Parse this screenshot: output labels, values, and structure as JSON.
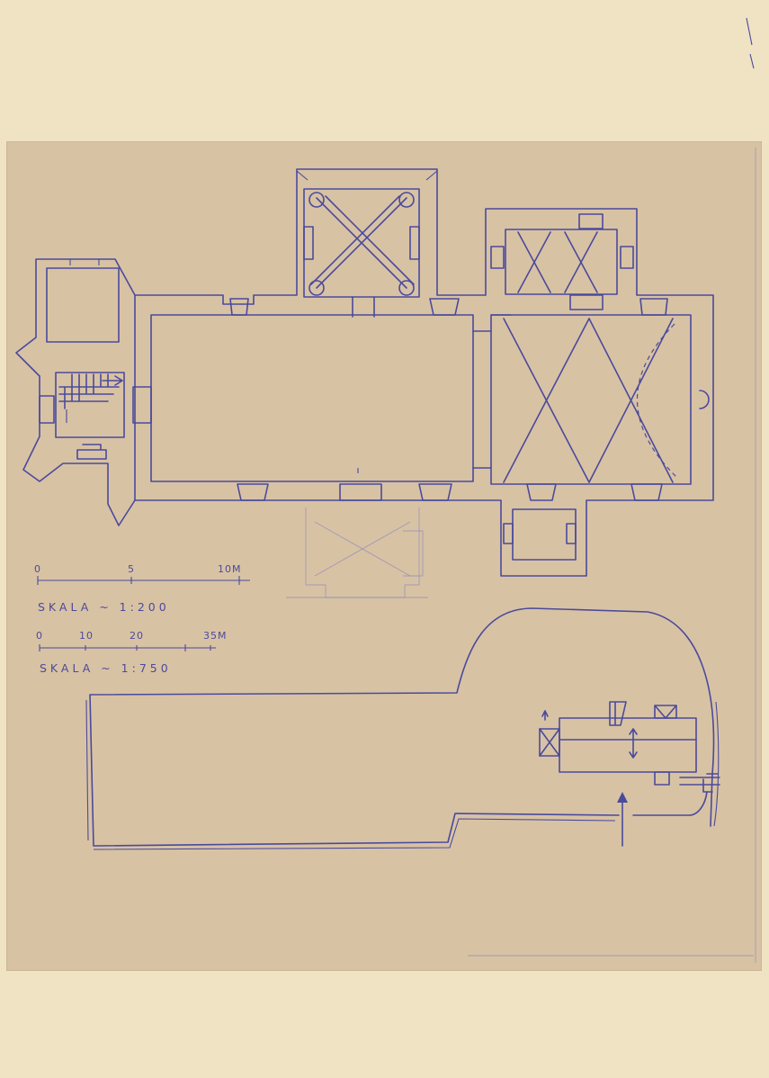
{
  "scale_bar_1": {
    "ticks": [
      "0",
      "5",
      "10M"
    ],
    "caption": "SKALA ~ 1:200"
  },
  "scale_bar_2": {
    "ticks": [
      "0",
      "10",
      "20",
      "35M"
    ],
    "caption": "SKALA ~ 1:750"
  },
  "colors": {
    "ink": "#4a4a9c",
    "sheet": "#d8c2a4",
    "paper": "#efe3c4"
  }
}
